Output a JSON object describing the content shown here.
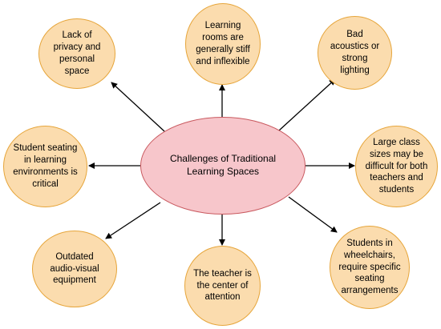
{
  "diagram": {
    "center": {
      "text": "Challenges of Traditional Learning Spaces"
    },
    "nodes": [
      {
        "id": "privacy",
        "text": "Lack of privacy and personal space"
      },
      {
        "id": "rooms",
        "text": "Learning rooms are generally stiff and inflexible"
      },
      {
        "id": "acoustics",
        "text": "Bad acoustics or strong lighting"
      },
      {
        "id": "seating",
        "text": "Student seating in learning environments is critical"
      },
      {
        "id": "class-size",
        "text": "Large class sizes may be difficult for both teachers and students"
      },
      {
        "id": "av",
        "text": "Outdated audio-visual equipment"
      },
      {
        "id": "teacher",
        "text": "The teacher is the center of attention"
      },
      {
        "id": "wheelchairs",
        "text": "Students in wheelchairs, require specific seating arrangements"
      }
    ],
    "colors": {
      "bubble_fill": "#fbdcae",
      "bubble_border": "#e6a53a",
      "center_fill": "#f7c6cb",
      "center_border": "#c9595f",
      "arrow": "#000000"
    }
  }
}
